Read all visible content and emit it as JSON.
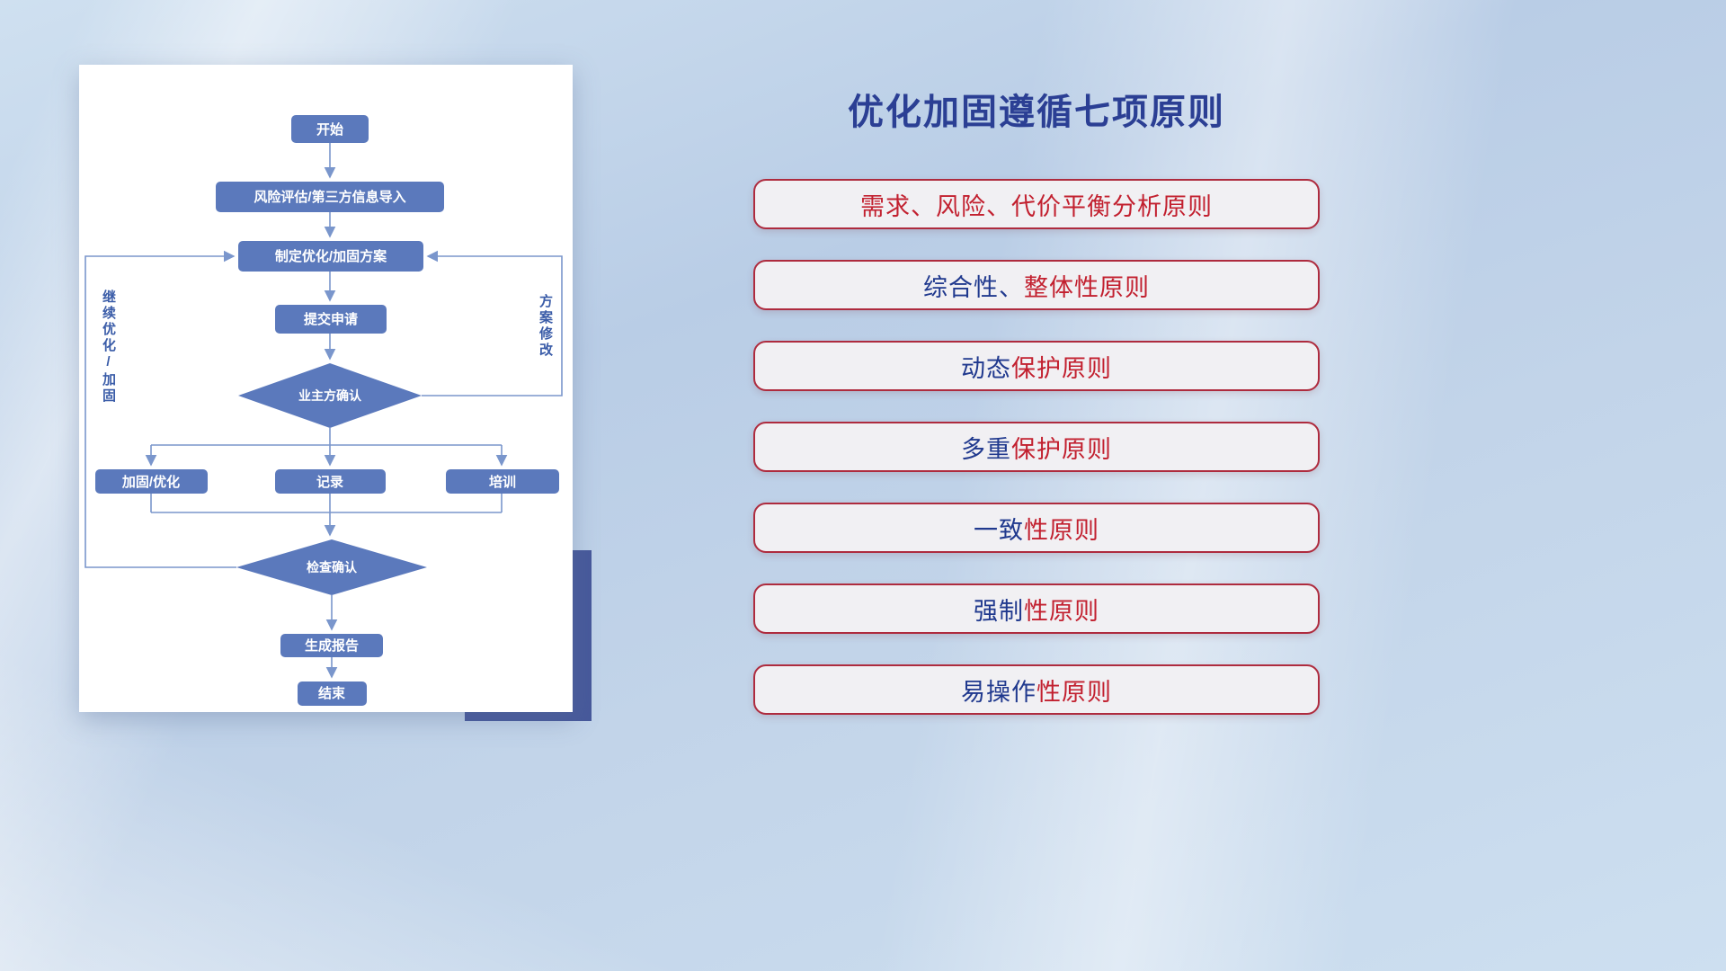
{
  "title": "优化加固遵循七项原则",
  "flowchart": {
    "nodes": {
      "start": "开始",
      "risk": "风险评估/第三方信息导入",
      "plan": "制定优化/加固方案",
      "submit": "提交申请",
      "owner_confirm": "业主方确认",
      "reinforce": "加固/优化",
      "record": "记录",
      "training": "培训",
      "check_confirm": "检查确认",
      "report": "生成报告",
      "end": "结束"
    },
    "labels": {
      "left_feedback": "继续优化/加固",
      "right_feedback": "方案修改"
    }
  },
  "principles": [
    {
      "segments": [
        {
          "text": "需求、风险、代价平衡分析原则",
          "color": "red"
        }
      ]
    },
    {
      "segments": [
        {
          "text": "综合性、",
          "color": "blue"
        },
        {
          "text": "整体性原则",
          "color": "red"
        }
      ]
    },
    {
      "segments": [
        {
          "text": "动态",
          "color": "blue"
        },
        {
          "text": "保护原则",
          "color": "red"
        }
      ]
    },
    {
      "segments": [
        {
          "text": "多重",
          "color": "blue"
        },
        {
          "text": "保护原则",
          "color": "red"
        }
      ]
    },
    {
      "segments": [
        {
          "text": "一致",
          "color": "blue"
        },
        {
          "text": "性原则",
          "color": "red"
        }
      ]
    },
    {
      "segments": [
        {
          "text": "强制",
          "color": "blue"
        },
        {
          "text": "性原则",
          "color": "red"
        }
      ]
    },
    {
      "segments": [
        {
          "text": "易操作",
          "color": "blue"
        },
        {
          "text": "性原则",
          "color": "red"
        }
      ]
    }
  ],
  "colors": {
    "title_blue": "#2b3f94",
    "text_blue": "#20398e",
    "text_red": "#c2202f",
    "pill_background": "#f1f0f3",
    "pill_border": "#ae2b3e",
    "node_fill": "#5b79bc",
    "line_color": "#7a96cc",
    "side_label_blue": "#3a5ca8",
    "shadow_block": "#47599b"
  }
}
